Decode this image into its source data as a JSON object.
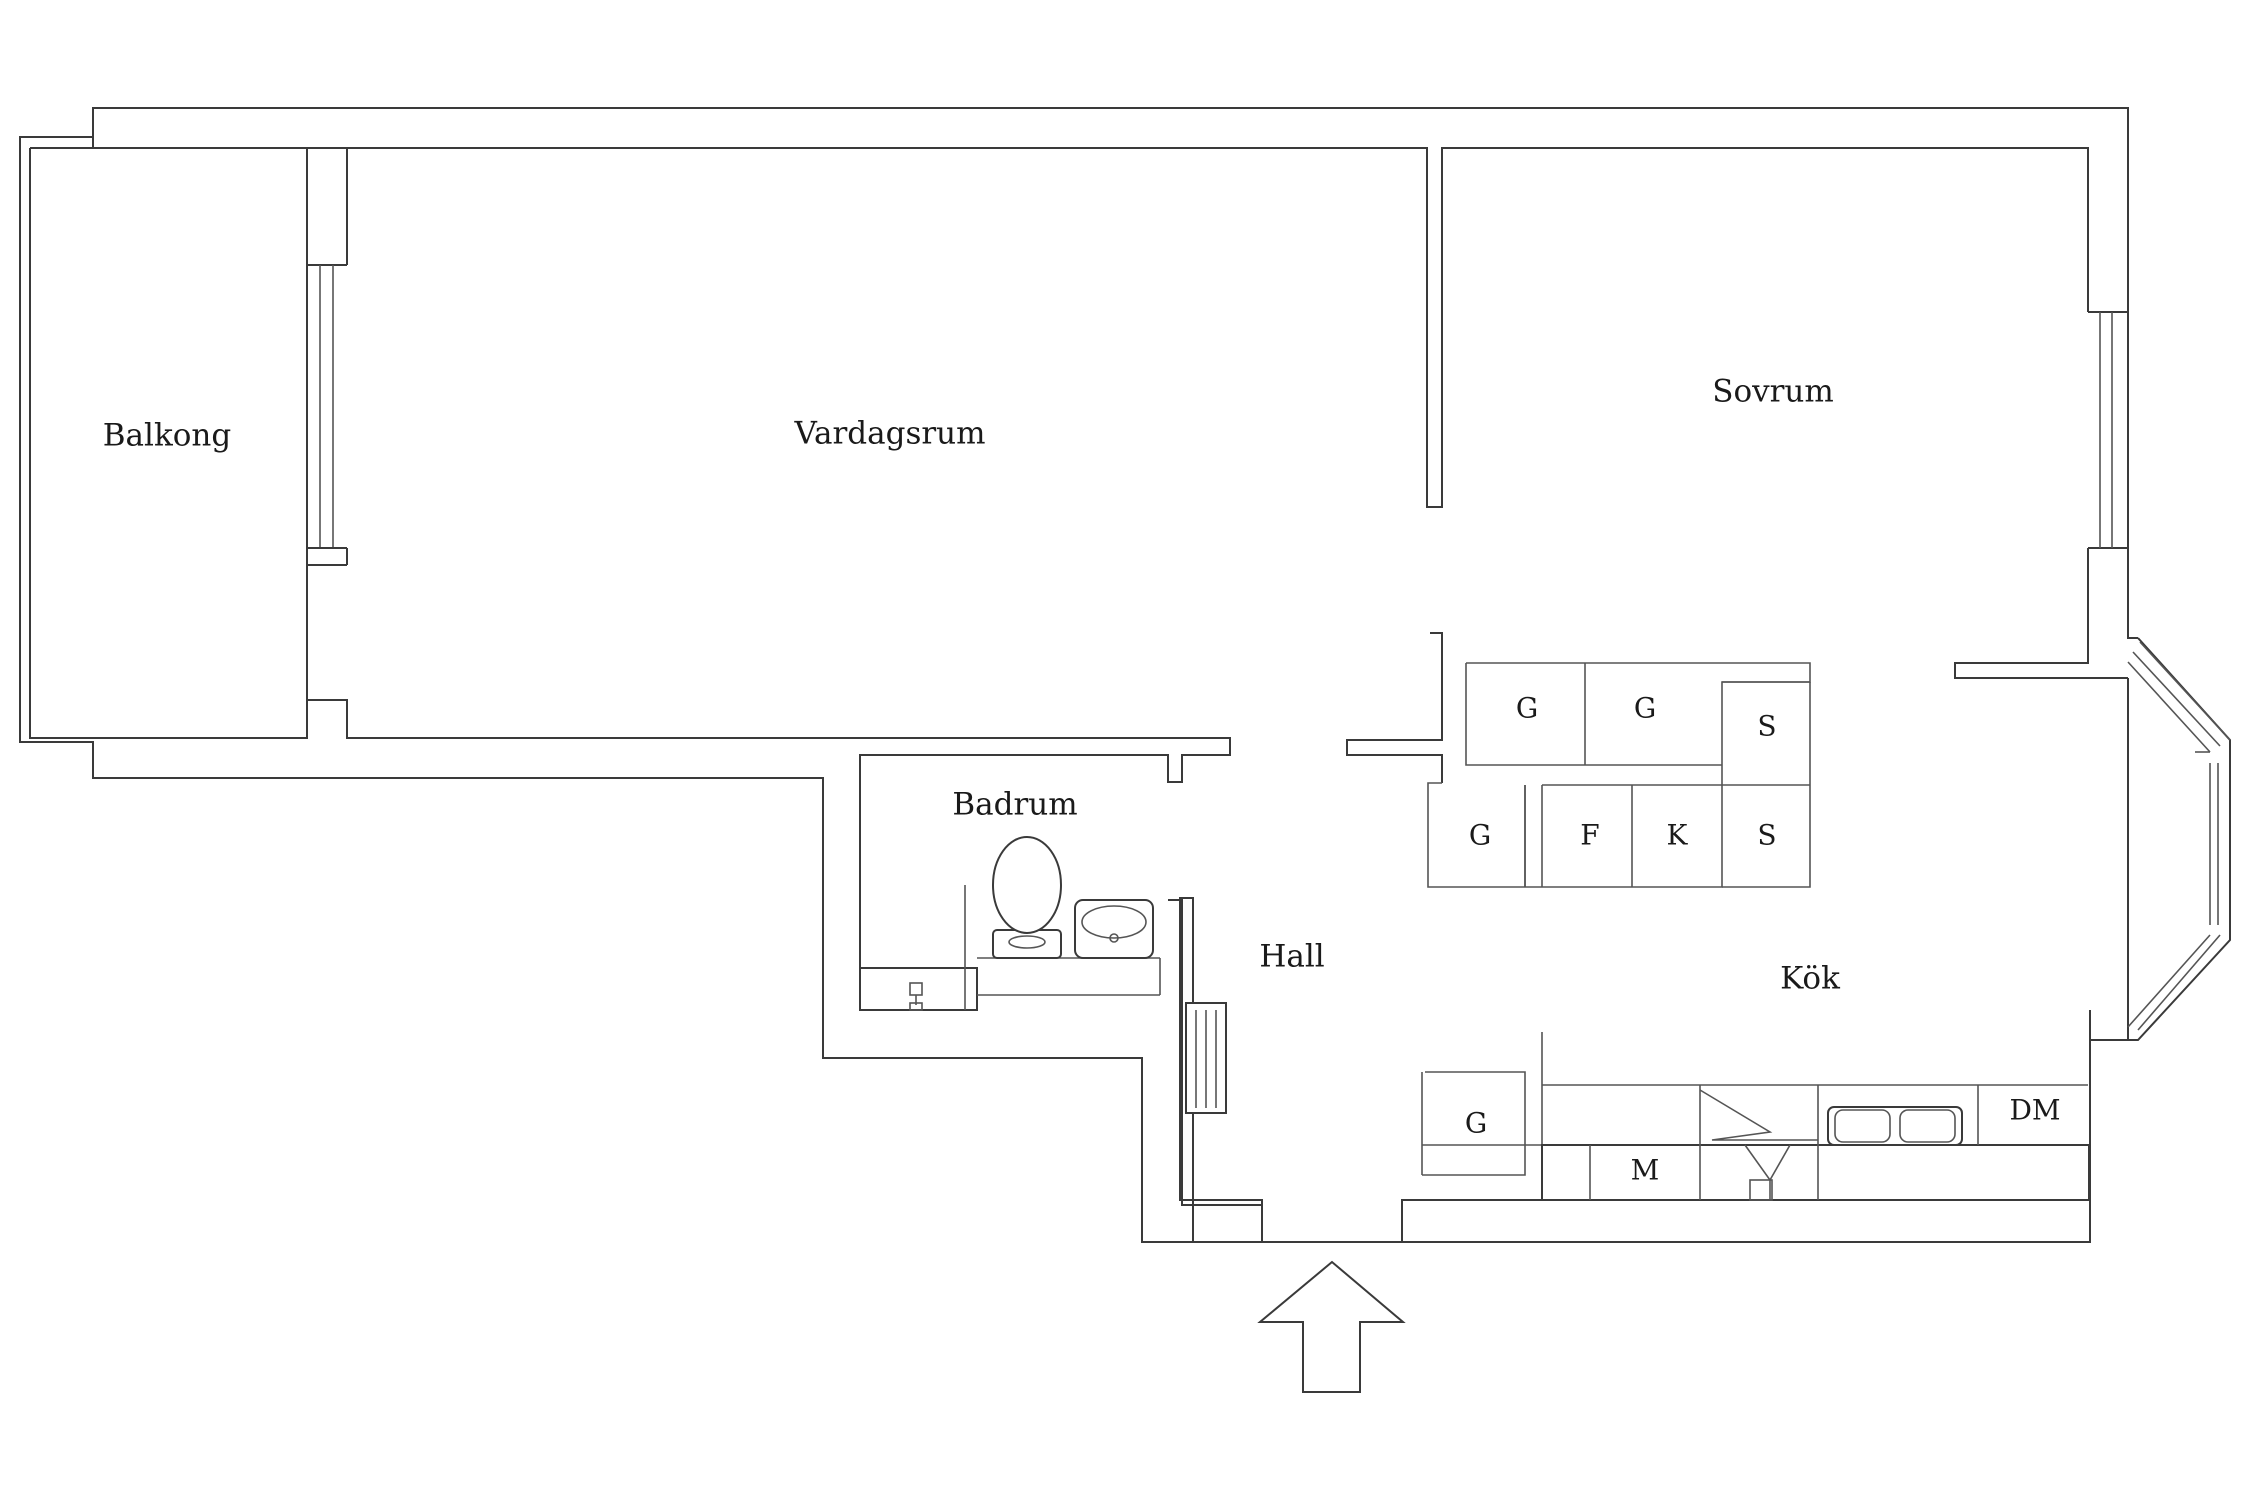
{
  "rooms": {
    "balkong": "Balkong",
    "vardagsrum": "Vardagsrum",
    "sovrum": "Sovrum",
    "badrum": "Badrum",
    "hall": "Hall",
    "kok": "Kök"
  },
  "appliances": {
    "g1": "G",
    "g2": "G",
    "s1": "S",
    "g3": "G",
    "f": "F",
    "k": "K",
    "s2": "S",
    "g4": "G",
    "m": "M",
    "dm": "DM"
  }
}
